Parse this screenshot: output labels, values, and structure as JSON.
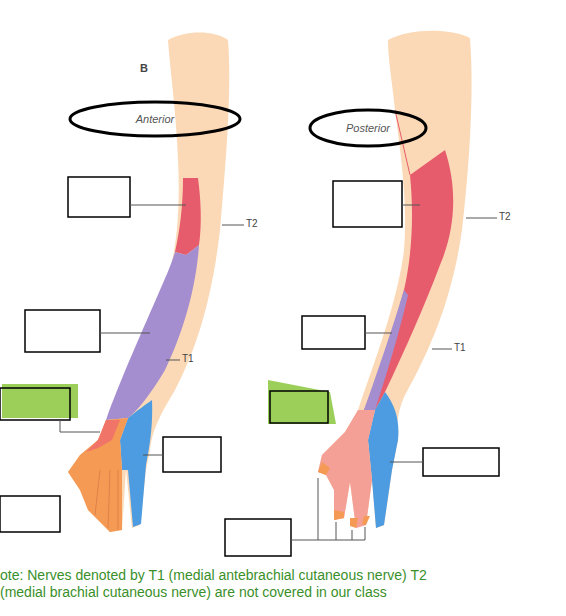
{
  "diagram": {
    "nodes": [
      {
        "text": [
          "Anterior"
        ]
      },
      {
        "text": [
          "Posterior"
        ]
      }
    ],
    "labels": [
      "B",
      "T2",
      "T1",
      "T2",
      "T1",
      "ote: Nerves denoted by T1 (medial antebrachial cutaneous nerve) T2 (medial brachial cutaneous nerve) are not covered in our class"
    ]
  }
}
